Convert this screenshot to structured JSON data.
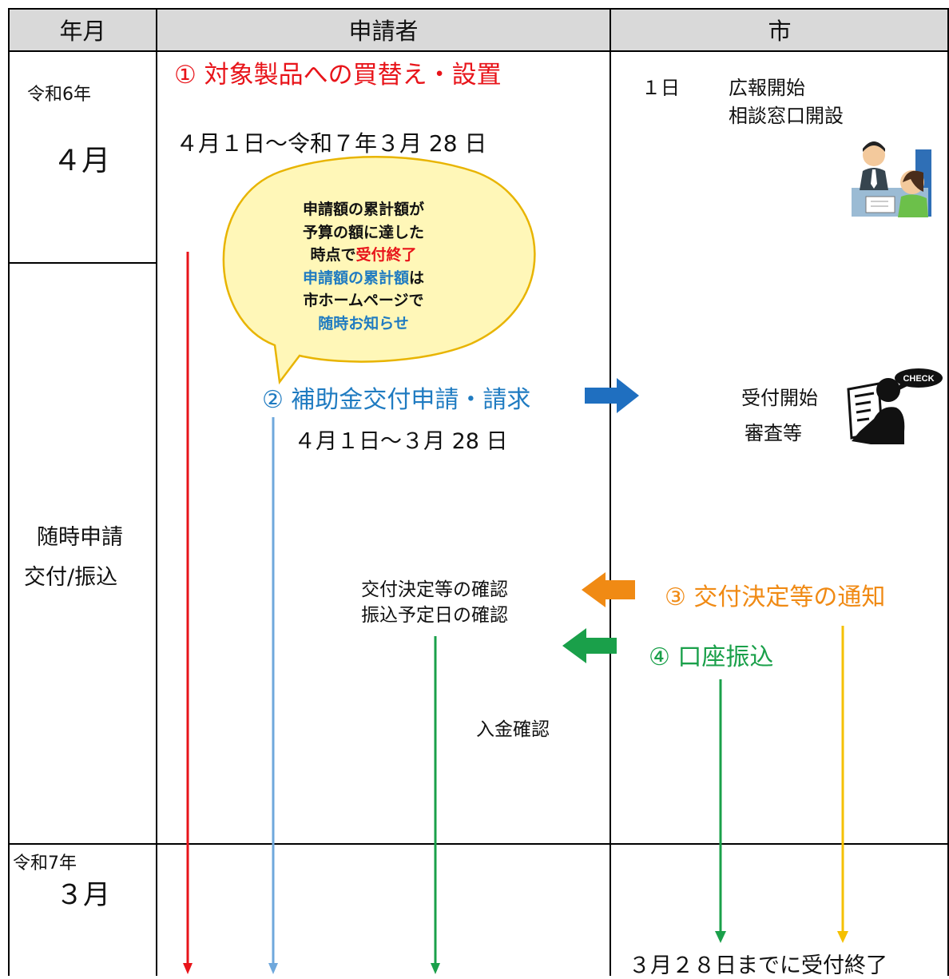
{
  "header": {
    "col_month": "年月",
    "col_applicant": "申請者",
    "col_city": "市"
  },
  "rows": {
    "r1_era": "令和6年",
    "r1_month": "４月",
    "r2_label_line1": "随時申請",
    "r2_label_line2": "交付/振込",
    "r3_era": "令和7年",
    "r3_month": "３月"
  },
  "applicant": {
    "step1_title": "①  対象製品への買替え・設置",
    "step1_period": "４月１日～令和７年３月 28 日",
    "step2_title": "②  補助金交付申請・請求",
    "step2_period": "４月１日～３月 28 日",
    "confirm_line1": "交付決定等の確認",
    "confirm_line2": "振込予定日の確認",
    "deposit_confirm": "入金確認"
  },
  "bubble": {
    "line1": "申請額の累計額が",
    "line2": "予算の額に達した",
    "line3_prefix": "時点で",
    "line3_highlight": "受付終了",
    "line4_highlight": "申請額の累計額",
    "line4_suffix": "は",
    "line5": "市ホームページで",
    "line6_highlight": "随時お知らせ"
  },
  "city": {
    "day": "１日",
    "pr_start": "広報開始",
    "desk_open": "相談窓口開設",
    "accept_start": "受付開始",
    "review": "審査等",
    "step3_title": "③  交付決定等の通知",
    "step4_title": "④  口座振込",
    "deadline": "３月２８日までに受付終了",
    "check_badge": "CHECK"
  },
  "colors": {
    "red": "#e8141a",
    "blue": "#1f7bc1",
    "light_blue": "#6fa8dc",
    "orange": "#f08a14",
    "green": "#1aa04a",
    "yellow": "#f5c000",
    "header_bg": "#d9d9d9",
    "bubble_fill": "#fff7b8",
    "bubble_stroke": "#e8b400"
  },
  "icons": [
    "consultation-illustration-icon",
    "check-document-person-icon"
  ]
}
